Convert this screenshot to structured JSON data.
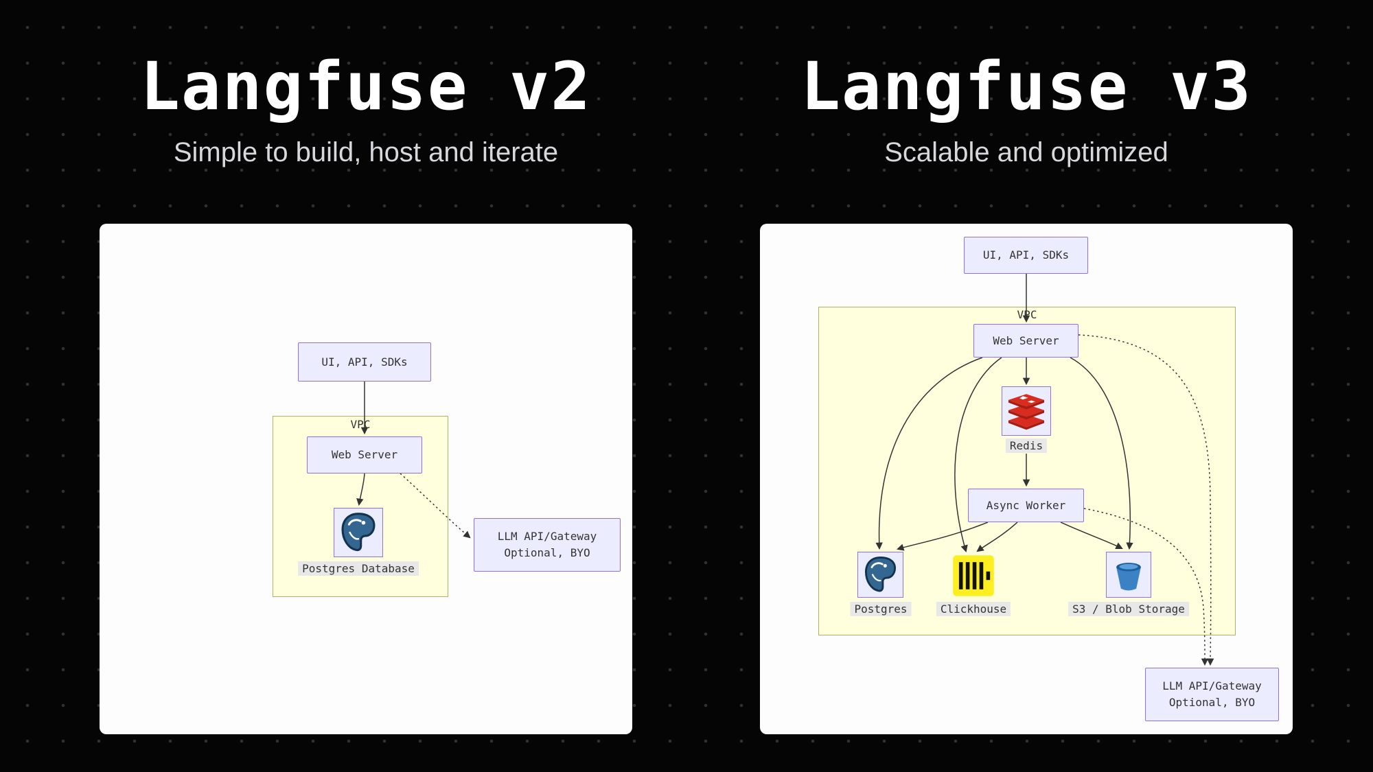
{
  "colors": {
    "background": "#050505",
    "dot_grid": "#303030",
    "card_bg": "#fdfdfd",
    "node_fill": "#ECECFF",
    "node_border": "#9370DB",
    "vpc_fill": "#ffffde",
    "vpc_border": "#b0b066",
    "icon_label_bg": "#e8e8e8",
    "edge": "#333333",
    "title": "#ffffff",
    "subtitle": "#d8d8dc",
    "postgres_blue": "#336791",
    "redis_red": "#d82c20",
    "clickhouse_yellow": "#fcee21",
    "s3_blue": "#3b82c4"
  },
  "v2": {
    "title": "Langfuse v2",
    "subtitle": "Simple to build, host and iterate",
    "nodes": {
      "ui": "UI, API, SDKs",
      "vpc": "VPC",
      "web_server": "Web Server",
      "postgres": "Postgres Database",
      "llm_line1": "LLM API/Gateway",
      "llm_line2": "Optional, BYO"
    }
  },
  "v3": {
    "title": "Langfuse v3",
    "subtitle": "Scalable and optimized",
    "nodes": {
      "ui": "UI, API, SDKs",
      "vpc": "VPC",
      "web_server": "Web Server",
      "redis": "Redis",
      "async_worker": "Async Worker",
      "postgres": "Postgres",
      "clickhouse": "Clickhouse",
      "s3": "S3 / Blob Storage",
      "llm_line1": "LLM API/Gateway",
      "llm_line2": "Optional, BYO"
    }
  }
}
